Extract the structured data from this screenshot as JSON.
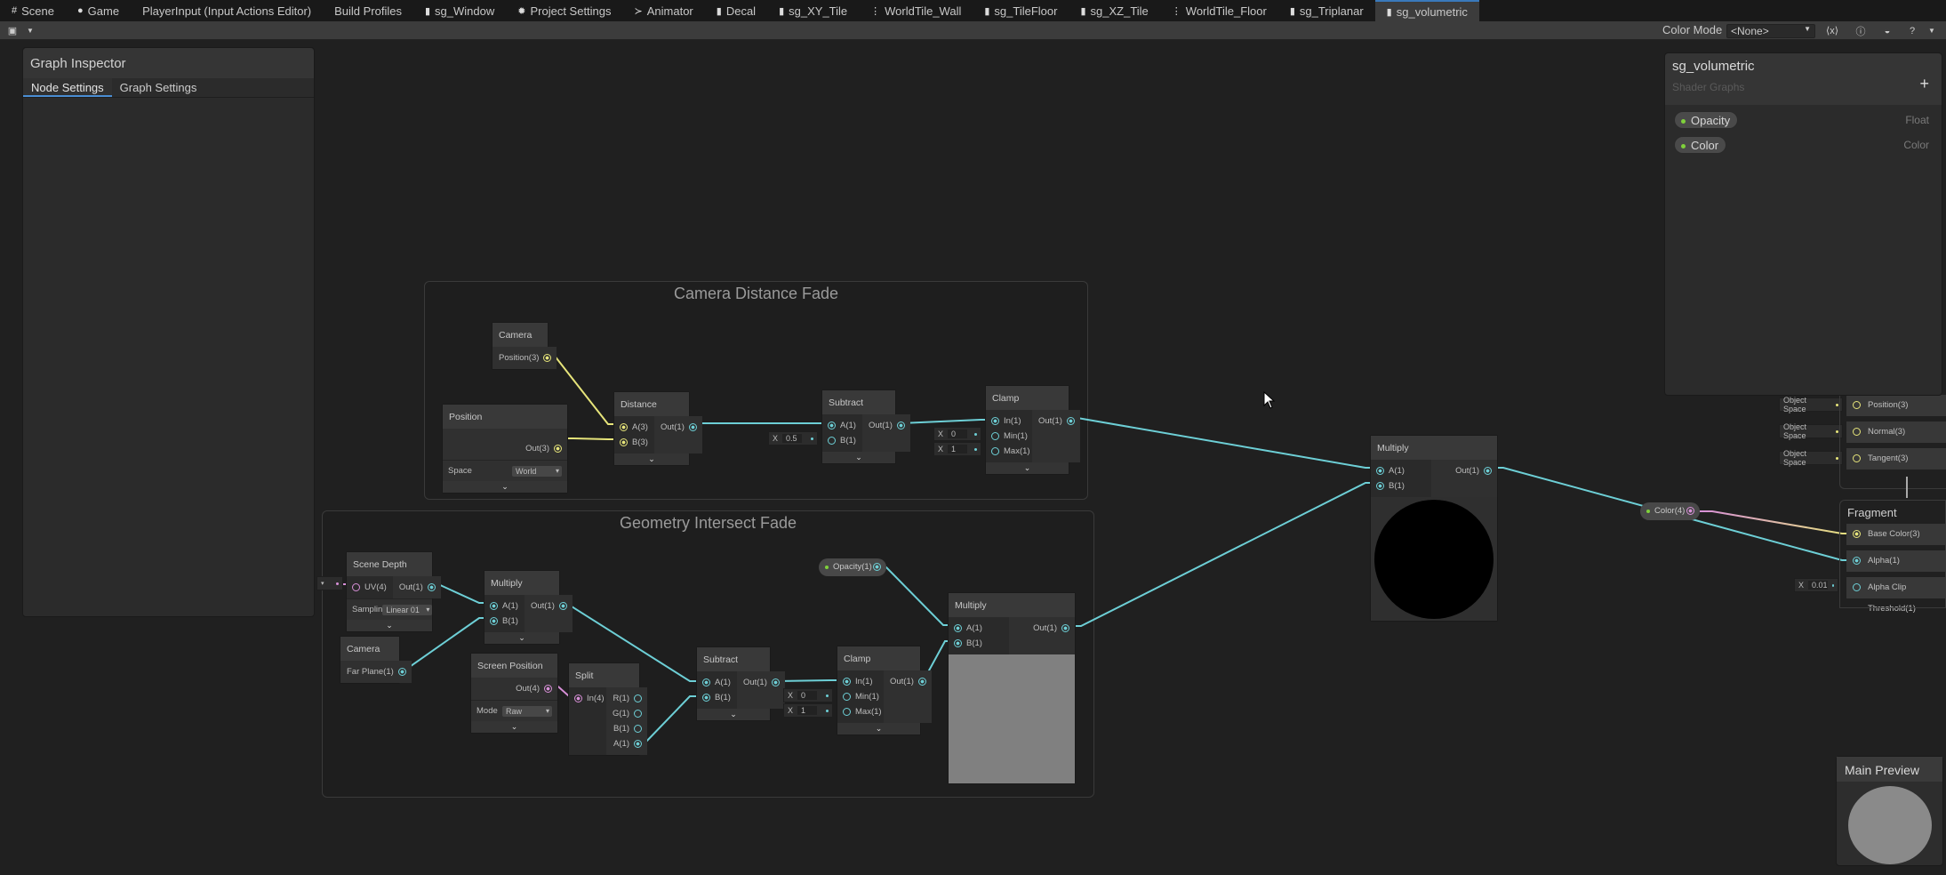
{
  "tabs": [
    {
      "label": "Scene",
      "icon": "grid-icon"
    },
    {
      "label": "Game",
      "icon": "gamepad-icon"
    },
    {
      "label": "PlayerInput (Input Actions Editor)",
      "icon": ""
    },
    {
      "label": "Build Profiles",
      "icon": ""
    },
    {
      "label": "sg_Window",
      "icon": "shader-graph-icon"
    },
    {
      "label": "Project Settings",
      "icon": "gear-icon"
    },
    {
      "label": "Animator",
      "icon": "animator-icon"
    },
    {
      "label": "Decal",
      "icon": "shader-graph-icon"
    },
    {
      "label": "sg_XY_Tile",
      "icon": "shader-graph-icon"
    },
    {
      "label": "WorldTile_Wall",
      "icon": "subgraph-icon"
    },
    {
      "label": "sg_TileFloor",
      "icon": "shader-graph-icon"
    },
    {
      "label": "sg_XZ_Tile",
      "icon": "shader-graph-icon"
    },
    {
      "label": "WorldTile_Floor",
      "icon": "subgraph-icon"
    },
    {
      "label": "sg_Triplanar",
      "icon": "shader-graph-icon"
    },
    {
      "label": "sg_volumetric",
      "icon": "shader-graph-icon",
      "active": true
    }
  ],
  "toolbar": {
    "color_mode_label": "Color Mode",
    "color_mode_value": "<None>"
  },
  "inspector": {
    "title": "Graph Inspector",
    "tabs": [
      "Node Settings",
      "Graph Settings"
    ]
  },
  "blackboard": {
    "title": "sg_volumetric",
    "subtitle": "Shader Graphs",
    "add": "+",
    "properties": [
      {
        "name": "Opacity",
        "type": "Float"
      },
      {
        "name": "Color",
        "type": "Color"
      }
    ]
  },
  "groups": {
    "camera": "Camera Distance Fade",
    "geometry": "Geometry Intersect Fade"
  },
  "nodes": {
    "camera1": {
      "title": "Camera",
      "out": [
        "Position(3)"
      ]
    },
    "position": {
      "title": "Position",
      "out": [
        "Out(3)"
      ],
      "ctrl_label": "Space",
      "ctrl_value": "World"
    },
    "distance": {
      "title": "Distance",
      "in": [
        "A(3)",
        "B(3)"
      ],
      "out": [
        "Out(1)"
      ]
    },
    "subtract1": {
      "title": "Subtract",
      "in": [
        "A(1)",
        "B(1)"
      ],
      "out": [
        "Out(1)"
      ],
      "b_value": "0.5"
    },
    "clamp1": {
      "title": "Clamp",
      "in": [
        "In(1)",
        "Min(1)",
        "Max(1)"
      ],
      "out": [
        "Out(1)"
      ],
      "min_value": "0",
      "max_value": "1"
    },
    "multiply_main": {
      "title": "Multiply",
      "in": [
        "A(1)",
        "B(1)"
      ],
      "out": [
        "Out(1)"
      ]
    },
    "scene_depth": {
      "title": "Scene Depth",
      "in": [
        "UV(4)"
      ],
      "out": [
        "Out(1)"
      ],
      "ctrl_label": "Samplin",
      "ctrl_value": "Linear 01"
    },
    "multiply2": {
      "title": "Multiply",
      "in": [
        "A(1)",
        "B(1)"
      ],
      "out": [
        "Out(1)"
      ]
    },
    "camera2": {
      "title": "Camera",
      "out": [
        "Far Plane(1)"
      ]
    },
    "screen_position": {
      "title": "Screen Position",
      "out": [
        "Out(4)"
      ],
      "ctrl_label": "Mode",
      "ctrl_value": "Raw"
    },
    "split": {
      "title": "Split",
      "in": [
        "In(4)"
      ],
      "out": [
        "R(1)",
        "G(1)",
        "B(1)",
        "A(1)"
      ]
    },
    "subtract2": {
      "title": "Subtract",
      "in": [
        "A(1)",
        "B(1)"
      ],
      "out": [
        "Out(1)"
      ]
    },
    "clamp2": {
      "title": "Clamp",
      "in": [
        "In(1)",
        "Min(1)",
        "Max(1)"
      ],
      "out": [
        "Out(1)"
      ],
      "min_value": "0",
      "max_value": "1"
    },
    "multiply3": {
      "title": "Multiply",
      "in": [
        "A(1)",
        "B(1)"
      ],
      "out": [
        "Out(1)"
      ]
    }
  },
  "prop_nodes": {
    "opacity": "Opacity(1)",
    "color": "Color(4)"
  },
  "axis_label": "X",
  "master": {
    "vertex": [
      {
        "space": "Object Space",
        "port": "Position(3)"
      },
      {
        "space": "Object Space",
        "port": "Normal(3)"
      },
      {
        "space": "Object Space",
        "port": "Tangent(3)"
      }
    ],
    "fragment_title": "Fragment",
    "fragment": [
      "Base Color(3)",
      "Alpha(1)",
      "Alpha Clip Threshold(1)"
    ],
    "alpha_clip_value": "0.01"
  },
  "main_preview": {
    "title": "Main Preview"
  }
}
